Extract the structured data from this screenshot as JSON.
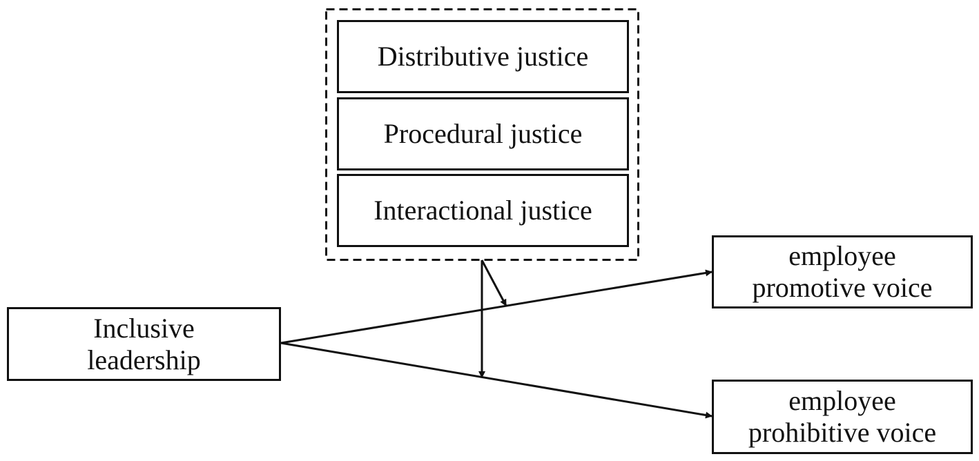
{
  "moderators": [
    {
      "label": "Distributive justice"
    },
    {
      "label": "Procedural justice"
    },
    {
      "label": "Interactional justice"
    }
  ],
  "independent": {
    "line1": "Inclusive",
    "line2": "leadership"
  },
  "outcomes": [
    {
      "line1": "employee",
      "line2": "promotive voice"
    },
    {
      "line1": "employee",
      "line2": "prohibitive voice"
    }
  ]
}
